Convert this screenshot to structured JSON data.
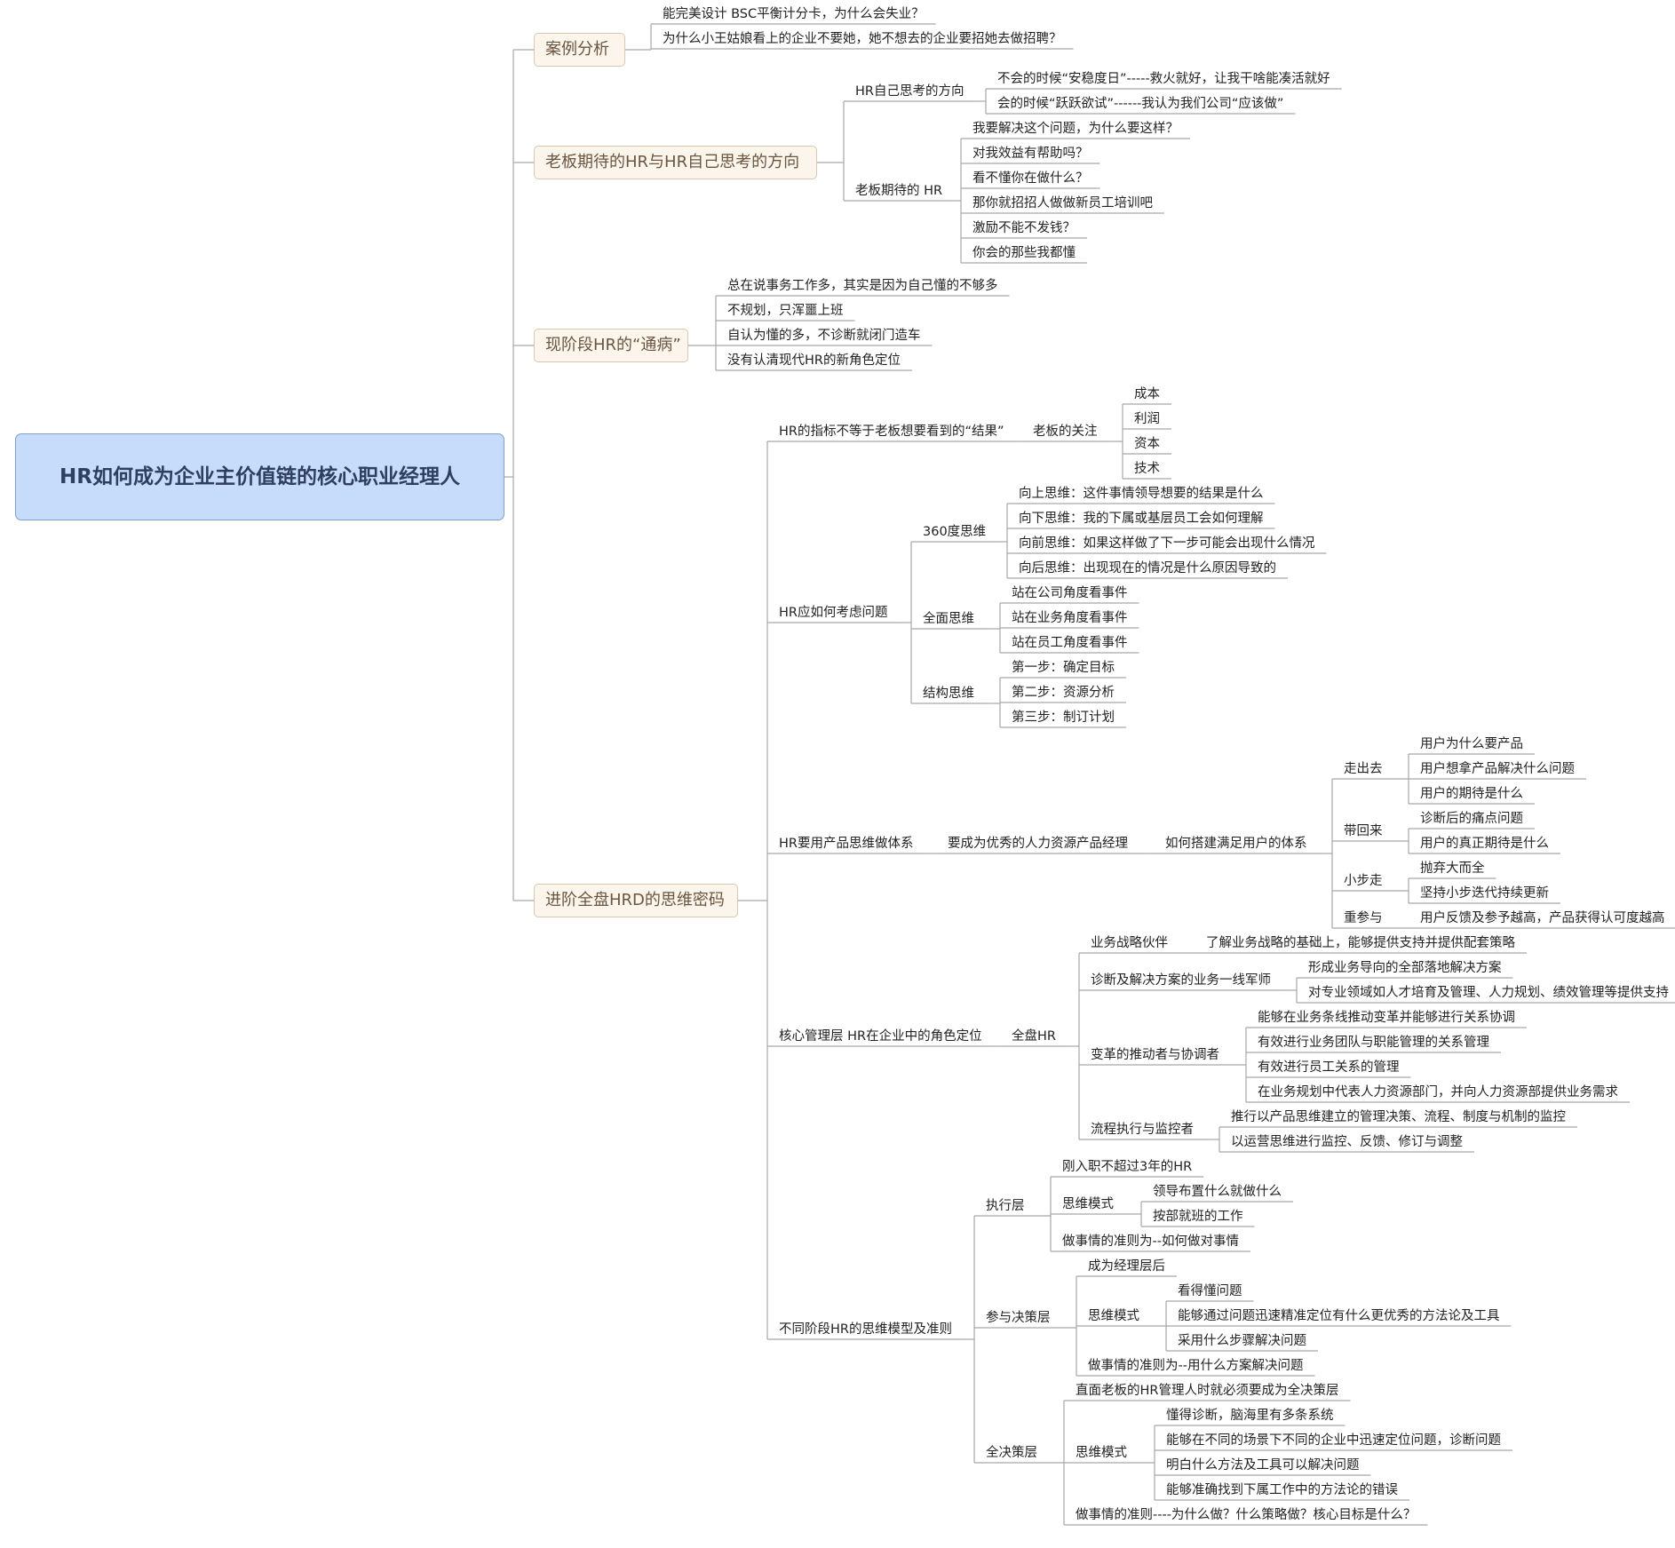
{
  "root": "HR如何成为企业主价值链的核心职业经理人",
  "branches": [
    {
      "label": "案例分析",
      "children": [
        {
          "label": "能完美设计 BSC平衡计分卡，为什么会失业？"
        },
        {
          "label": "为什么小王姑娘看上的企业不要她，她不想去的企业要招她去做招聘？"
        }
      ]
    },
    {
      "label": "老板期待的HR与HR自己思考的方向",
      "children": [
        {
          "label": "HR自己思考的方向",
          "children": [
            {
              "label": "不会的时候“安稳度日”-----救火就好，让我干啥能凑活就好"
            },
            {
              "label": "会的时候“跃跃欲试”------我认为我们公司“应该做”"
            }
          ]
        },
        {
          "label": "老板期待的 HR",
          "children": [
            {
              "label": "我要解决这个问题，为什么要这样？"
            },
            {
              "label": "对我效益有帮助吗？"
            },
            {
              "label": "看不懂你在做什么？"
            },
            {
              "label": "那你就招招人做做新员工培训吧"
            },
            {
              "label": "激励不能不发钱？"
            },
            {
              "label": "你会的那些我都懂"
            }
          ]
        }
      ]
    },
    {
      "label": "现阶段HR的“通病”",
      "children": [
        {
          "label": "总在说事务工作多，其实是因为自己懂的不够多"
        },
        {
          "label": "不规划，只浑噩上班"
        },
        {
          "label": "自认为懂的多，不诊断就闭门造车"
        },
        {
          "label": "没有认清现代HR的新角色定位"
        }
      ]
    },
    {
      "label": "进阶全盘HRD的思维密码",
      "children": [
        {
          "label": "HR的指标不等于老板想要看到的“结果”",
          "children": [
            {
              "label": "老板的关注",
              "children": [
                {
                  "label": "成本"
                },
                {
                  "label": "利润"
                },
                {
                  "label": "资本"
                },
                {
                  "label": "技术"
                }
              ]
            }
          ]
        },
        {
          "label": "HR应如何考虑问题",
          "children": [
            {
              "label": "360度思维",
              "children": [
                {
                  "label": "向上思维：这件事情领导想要的结果是什么"
                },
                {
                  "label": "向下思维：我的下属或基层员工会如何理解"
                },
                {
                  "label": "向前思维：如果这样做了下一步可能会出现什么情况"
                },
                {
                  "label": "向后思维：出现现在的情况是什么原因导致的"
                }
              ]
            },
            {
              "label": "全面思维",
              "children": [
                {
                  "label": "站在公司角度看事件"
                },
                {
                  "label": "站在业务角度看事件"
                },
                {
                  "label": "站在员工角度看事件"
                }
              ]
            },
            {
              "label": "结构思维",
              "children": [
                {
                  "label": "第一步：确定目标"
                },
                {
                  "label": "第二步：资源分析"
                },
                {
                  "label": "第三步：制订计划"
                }
              ]
            }
          ]
        },
        {
          "label": "HR要用产品思维做体系",
          "children": [
            {
              "label": "要成为优秀的人力资源产品经理",
              "children": [
                {
                  "label": "如何搭建满足用户的体系",
                  "children": [
                    {
                      "label": "走出去",
                      "children": [
                        {
                          "label": "用户为什么要产品"
                        },
                        {
                          "label": "用户想拿产品解决什么问题"
                        },
                        {
                          "label": "用户的期待是什么"
                        }
                      ]
                    },
                    {
                      "label": "带回来",
                      "children": [
                        {
                          "label": "诊断后的痛点问题"
                        },
                        {
                          "label": "用户的真正期待是什么"
                        }
                      ]
                    },
                    {
                      "label": "小步走",
                      "children": [
                        {
                          "label": "抛弃大而全"
                        },
                        {
                          "label": "坚持小步迭代持续更新"
                        }
                      ]
                    },
                    {
                      "label": "重参与",
                      "children": [
                        {
                          "label": "用户反馈及参予越高，产品获得认可度越高"
                        }
                      ]
                    }
                  ]
                }
              ]
            }
          ]
        },
        {
          "label": "核心管理层 HR在企业中的角色定位",
          "children": [
            {
              "label": "全盘HR",
              "children": [
                {
                  "label": "业务战略伙伴",
                  "children": [
                    {
                      "label": "了解业务战略的基础上，能够提供支持并提供配套策略"
                    }
                  ]
                },
                {
                  "label": "诊断及解决方案的业务一线军师",
                  "children": [
                    {
                      "label": "形成业务导向的全部落地解决方案"
                    },
                    {
                      "label": "对专业领域如人才培育及管理、人力规划、绩效管理等提供支持"
                    }
                  ]
                },
                {
                  "label": "变革的推动者与协调者",
                  "children": [
                    {
                      "label": "能够在业务条线推动变革并能够进行关系协调"
                    },
                    {
                      "label": "有效进行业务团队与职能管理的关系管理"
                    },
                    {
                      "label": "有效进行员工关系的管理"
                    },
                    {
                      "label": "在业务规划中代表人力资源部门，并向人力资源部提供业务需求"
                    }
                  ]
                },
                {
                  "label": "流程执行与监控者",
                  "children": [
                    {
                      "label": "推行以产品思维建立的管理决策、流程、制度与机制的监控"
                    },
                    {
                      "label": "以运营思维进行监控、反馈、修订与调整"
                    }
                  ]
                }
              ]
            }
          ]
        },
        {
          "label": "不同阶段HR的思维模型及准则",
          "children": [
            {
              "label": "执行层",
              "children": [
                {
                  "label": "刚入职不超过3年的HR"
                },
                {
                  "label": "思维模式",
                  "children": [
                    {
                      "label": "领导布置什么就做什么"
                    },
                    {
                      "label": "按部就班的工作"
                    }
                  ]
                },
                {
                  "label": "做事情的准则为--如何做对事情"
                }
              ]
            },
            {
              "label": "参与决策层",
              "children": [
                {
                  "label": "成为经理层后"
                },
                {
                  "label": "思维模式",
                  "children": [
                    {
                      "label": "看得懂问题"
                    },
                    {
                      "label": "能够通过问题迅速精准定位有什么更优秀的方法论及工具"
                    },
                    {
                      "label": "采用什么步骤解决问题"
                    }
                  ]
                },
                {
                  "label": "做事情的准则为--用什么方案解决问题"
                }
              ]
            },
            {
              "label": "全决策层",
              "children": [
                {
                  "label": "直面老板的HR管理人时就必须要成为全决策层"
                },
                {
                  "label": "思维模式",
                  "children": [
                    {
                      "label": "懂得诊断，脑海里有多条系统"
                    },
                    {
                      "label": "能够在不同的场景下不同的企业中迅速定位问题，诊断问题"
                    },
                    {
                      "label": "明白什么方法及工具可以解决问题"
                    },
                    {
                      "label": "能够准确找到下属工作中的方法论的错误"
                    }
                  ]
                },
                {
                  "label": "做事情的准则----为什么做？什么策略做？核心目标是什么？"
                }
              ]
            }
          ]
        }
      ]
    }
  ],
  "colors": {
    "line": "#a7a7a7",
    "root_fill": "#c7dcfb",
    "main_fill": "#fbf5ec"
  }
}
